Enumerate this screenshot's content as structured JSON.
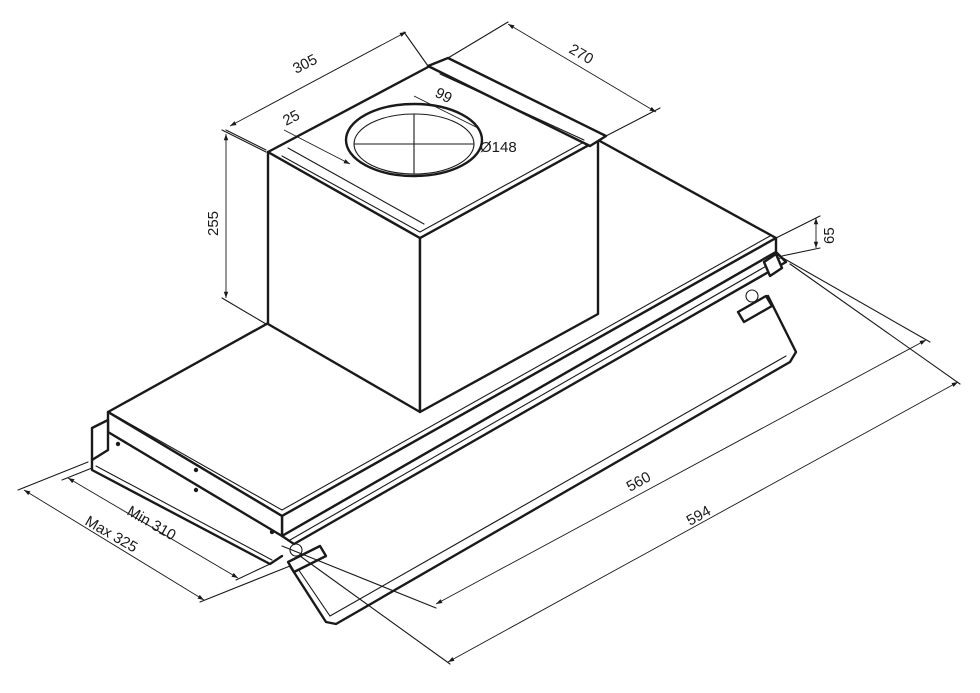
{
  "dimensions": {
    "width_top": "305",
    "depth_top": "270",
    "outlet_offset": "99",
    "flange_offset": "25",
    "outlet_diameter": "Ø148",
    "chimney_height": "255",
    "body_height": "65",
    "width_inner": "560",
    "width_outer": "594",
    "depth_min": "Min 310",
    "depth_max": "Max 325"
  },
  "colors": {
    "stroke": "#1a1a1a",
    "background": "#ffffff"
  }
}
